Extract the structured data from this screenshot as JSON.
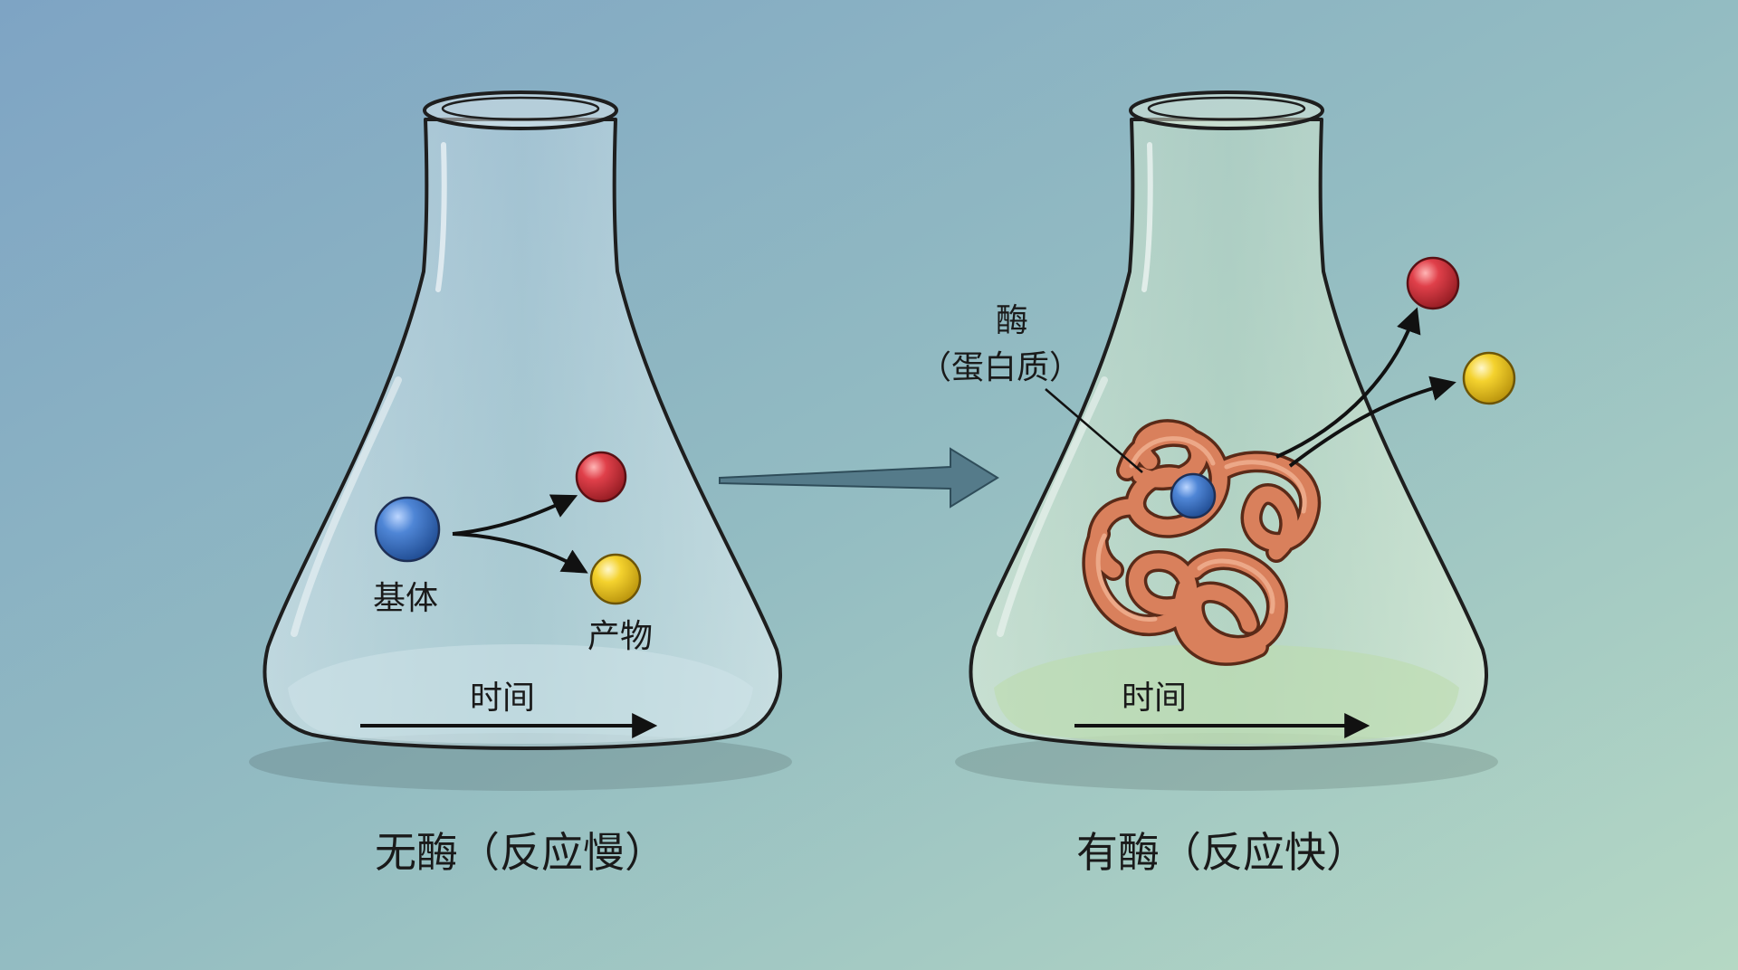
{
  "left_flask": {
    "substrate_label": "基体",
    "product_label": "产物",
    "time_label": "时间",
    "caption": "无酶（反应慢）"
  },
  "right_flask": {
    "enzyme_label_line1": "酶",
    "enzyme_label_line2": "（蛋白质）",
    "time_label": "时间",
    "caption": "有酶（反应快）"
  },
  "colors": {
    "substrate": "#3f72c0",
    "product_red": "#d9363e",
    "product_yellow": "#f1cf2a",
    "enzyme": "#d9805c",
    "glass_left": "#d6e8ef",
    "glass_right": "#d4e8cd"
  }
}
